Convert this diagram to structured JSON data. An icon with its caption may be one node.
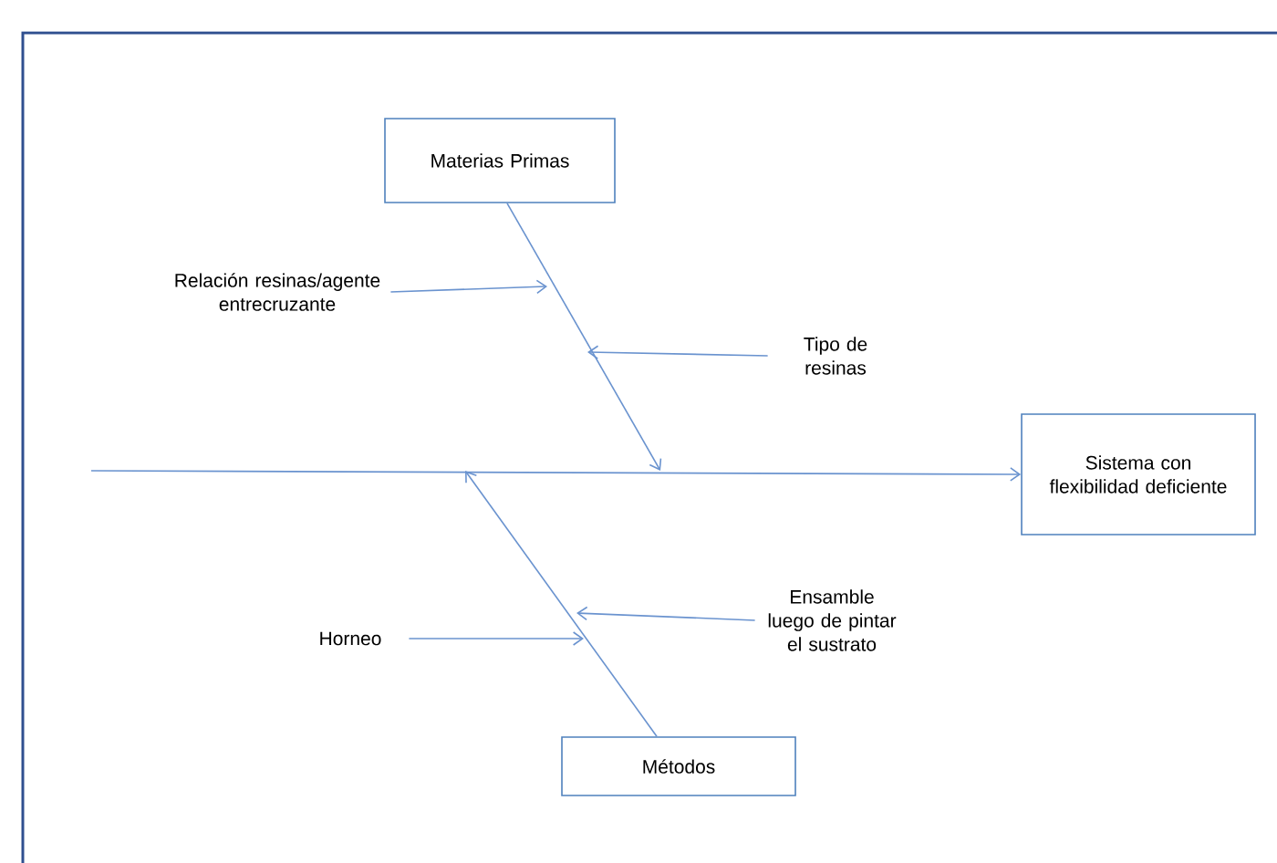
{
  "diagram": {
    "nodes": [
      {
        "text": [
          "Materias Primas"
        ]
      },
      {
        "text": [
          "Sistema con flexibilidad deficiente"
        ]
      },
      {
        "text": [
          "Métodos"
        ]
      },
      {
        "text": [
          "Relación resinas/agente entrecruzante"
        ]
      },
      {
        "text": [
          "Tipo de resinas"
        ]
      },
      {
        "text": [
          "Horneo"
        ]
      },
      {
        "text": [
          "Ensamble luego de pintar el sustrato"
        ]
      }
    ],
    "edges": [
      {
        "from": null,
        "to": 1,
        "arrow": "to"
      },
      {
        "from": 0,
        "to": null,
        "arrow": "to"
      },
      {
        "from": 2,
        "to": null,
        "arrow": "to"
      },
      {
        "from": 3,
        "to": null,
        "arrow": "to"
      },
      {
        "from": 4,
        "to": null,
        "arrow": "to"
      },
      {
        "from": 5,
        "to": null,
        "arrow": "to"
      },
      {
        "from": 6,
        "to": null,
        "arrow": "to"
      }
    ]
  }
}
